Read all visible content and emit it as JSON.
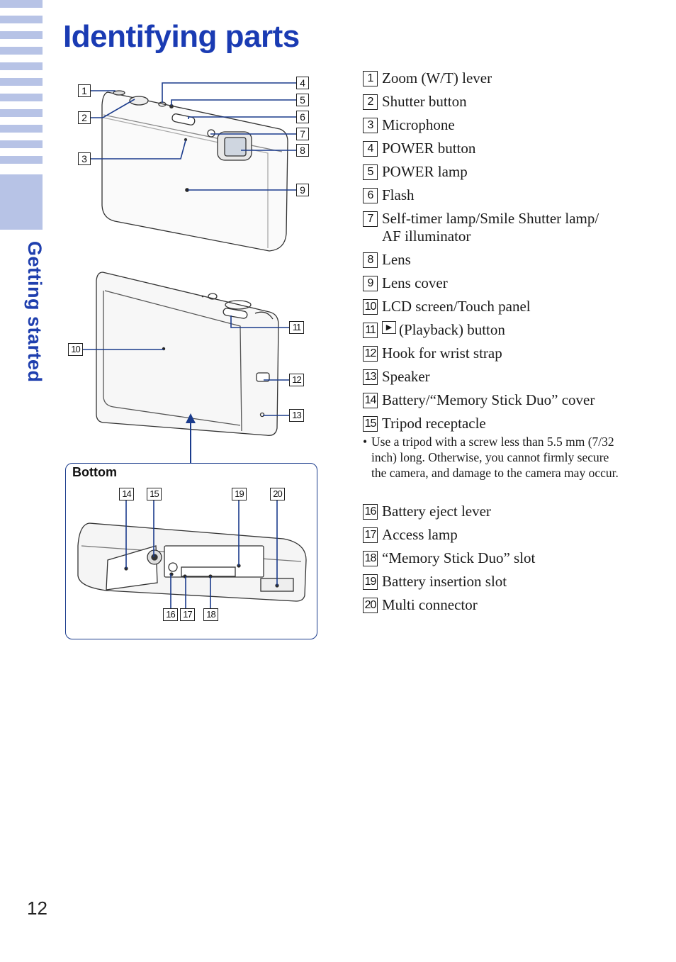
{
  "page": {
    "title": "Identifying parts",
    "section": "Getting started",
    "page_number": "12"
  },
  "theme": {
    "accent": "#1a3bb3",
    "tab_color": "#b7c3e6",
    "frame_color": "#1a3b8c"
  },
  "diagram": {
    "bottom_label": "Bottom",
    "callout_numbers": [
      "1",
      "2",
      "3",
      "4",
      "5",
      "6",
      "7",
      "8",
      "9",
      "10",
      "11",
      "12",
      "13",
      "14",
      "15",
      "16",
      "17",
      "18",
      "19",
      "20"
    ]
  },
  "parts": [
    {
      "num": "1",
      "label": "Zoom (W/T) lever"
    },
    {
      "num": "2",
      "label": "Shutter button"
    },
    {
      "num": "3",
      "label": "Microphone"
    },
    {
      "num": "4",
      "label": "POWER button"
    },
    {
      "num": "5",
      "label": "POWER lamp"
    },
    {
      "num": "6",
      "label": "Flash"
    },
    {
      "num": "7",
      "label": "Self-timer lamp/Smile Shutter lamp/",
      "label2": "AF illuminator"
    },
    {
      "num": "8",
      "label": "Lens"
    },
    {
      "num": "9",
      "label": "Lens cover"
    },
    {
      "num": "10",
      "label": "LCD screen/Touch panel"
    },
    {
      "num": "11",
      "icon": "playback-icon",
      "label": "(Playback) button"
    },
    {
      "num": "12",
      "label": "Hook for wrist strap"
    },
    {
      "num": "13",
      "label": "Speaker"
    },
    {
      "num": "14",
      "label": "Battery/“Memory Stick Duo” cover"
    },
    {
      "num": "15",
      "label": "Tripod receptacle"
    },
    {
      "num": "16",
      "label": "Battery eject lever"
    },
    {
      "num": "17",
      "label": "Access lamp"
    },
    {
      "num": "18",
      "label": "“Memory Stick Duo” slot"
    },
    {
      "num": "19",
      "label": "Battery insertion slot"
    },
    {
      "num": "20",
      "label": "Multi connector"
    }
  ],
  "note": {
    "bullet": "•",
    "text": "Use a tripod with a screw less than 5.5 mm (7/32 inch) long. Otherwise, you cannot firmly secure the camera, and damage to the camera may occur."
  }
}
